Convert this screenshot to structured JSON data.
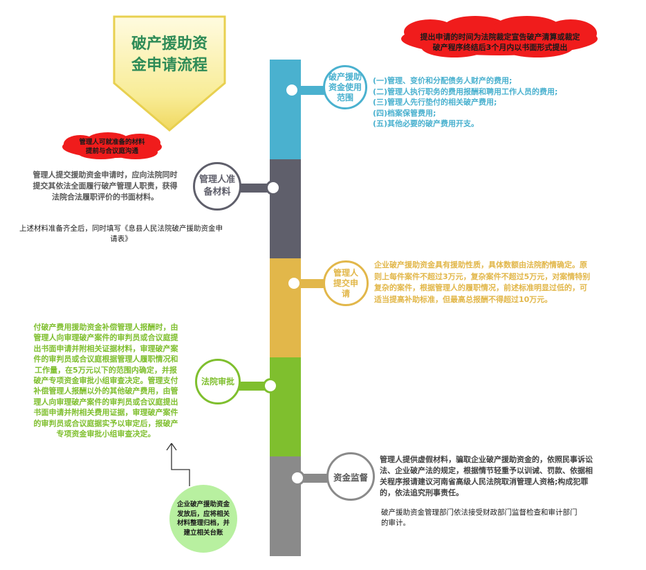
{
  "title": {
    "line1": "破产援助资",
    "line2": "金申请流程"
  },
  "notes": {
    "deadline": {
      "line1": "提出申请的时间为法院裁定宣告破产清算或裁定",
      "line2": "破产程序终结后3个月内以书面形式提出"
    },
    "prep_tip": {
      "line1": "管理人可就准备的材料",
      "line2": "提前与合议庭沟通"
    },
    "archive": {
      "line1": "企业破产援助资金",
      "line2": "发放后，应将相关",
      "line3": "材料整理归档，并",
      "line4": "建立相关台账"
    }
  },
  "steps": {
    "usage": {
      "label": [
        "破产援助",
        "资金使用",
        "范围"
      ],
      "items": [
        "(一)管理、变价和分配债务人财产的费用;",
        "(二)管理人执行职务的费用报酬和聘用工作人员的费用;",
        "(三)管理人先行垫付的相关破产费用;",
        "(四)档案保管费用;",
        "(五)其他必要的破产费用开支。"
      ]
    },
    "prepare": {
      "label": [
        "管理人准",
        "备材料"
      ],
      "desc": [
        "管理人提交援助资金申请时，应向法院同时",
        "提交其依法全面履行破产管理人职责，获得",
        "法院合法履职评价的书面材料。"
      ],
      "extra": [
        "上述材料准备齐全后，同时填写《息县人民法院破产援助资金申",
        "请表》"
      ]
    },
    "submit": {
      "label": [
        "管理人",
        "提交申",
        "请"
      ],
      "desc": [
        "企业破产援助资金具有援助性质，具体数额由法院酌情确定。原",
        "则上每件案件不超过3万元，复杂案件不超过5万元，对案情特别",
        "复杂的案件，根据管理人的履职情况，前述标准明显过低的，可",
        "适当提高补助标准，但最高总报酬不得超过10万元。"
      ]
    },
    "review": {
      "label": [
        "法院审批"
      ],
      "desc": [
        "付破产费用援助资金补偿管理人报酬时，由",
        "管理人向审理破产案件的审判员或合议庭提",
        "出书面申请并附相关证据材料，审理破产案",
        "件的审判员或合议庭根据管理人履职情况和",
        "工作量，在5万元以下的范围内确定，并报",
        "破产专项资金审批小组审查决定。管理支付",
        "补偿管理人报酬以外的其他破产费用，由管",
        "理人向审理破产案件的审判员或合议庭提出",
        "书面申请并附相关费用证据，审理破产案件",
        "的审判员或合议庭据实予以审定后，报破产",
        "专项资金审批小组审查决定。"
      ]
    },
    "supervise": {
      "label": [
        "资金监督"
      ],
      "desc": [
        "管理人提供虚假材料，骗取企业破产援助资金的，依照民事诉讼",
        "法、企业破产法的规定，根据情节轻重予以训诫、罚款、依据相",
        "关程序报请建议河南省高级人民法院取消管理人资格;构成犯罪",
        "的，依法追究刑事责任。"
      ],
      "extra": [
        "破产援助资金管理部门依法接受财政部门监督检查和审计部门",
        "的审计。"
      ]
    }
  },
  "colors": {
    "blue": "#4ab1cf",
    "darkgray": "#5f5f6b",
    "gold": "#e2b74a",
    "green": "#7fbf2e",
    "gray": "#8a8a8a",
    "cloud_red": "#f01c1c",
    "archive_green": "#b8f0a0"
  }
}
